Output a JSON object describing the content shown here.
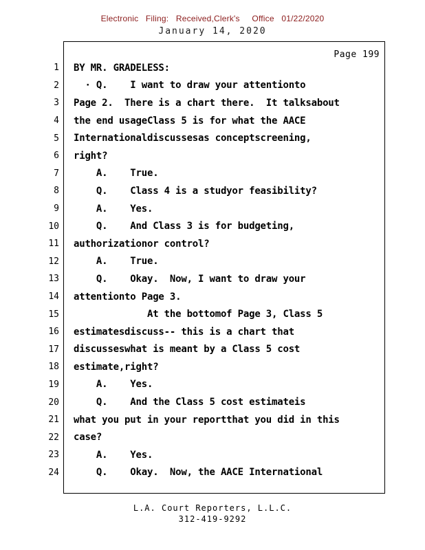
{
  "colors": {
    "filing_text": "#8b1a1a",
    "body_text": "#000000",
    "background": "#ffffff"
  },
  "header": {
    "filing_line": "Electronic   Filing:   Received,Clerk's     Office   01/22/2020",
    "date_line": "January 14, 2020"
  },
  "page": {
    "label": "Page 199"
  },
  "transcript": {
    "lines": [
      {
        "num": "1",
        "text": "BY MR. GRADELESS:"
      },
      {
        "num": "2",
        "text": "  · Q.    I want to draw your attentionto"
      },
      {
        "num": "3",
        "text": "Page 2.  There is a chart there.  It talksabout"
      },
      {
        "num": "4",
        "text": "the end usageClass 5 is for what the AACE"
      },
      {
        "num": "5",
        "text": "Internationaldiscussesas conceptscreening,"
      },
      {
        "num": "6",
        "text": "right?"
      },
      {
        "num": "7",
        "text": "    A.    True."
      },
      {
        "num": "8",
        "text": "    Q.    Class 4 is a studyor feasibility?"
      },
      {
        "num": "9",
        "text": "    A.    Yes."
      },
      {
        "num": "10",
        "text": "    Q.    And Class 3 is for budgeting,"
      },
      {
        "num": "11",
        "text": "authorizationor control?"
      },
      {
        "num": "12",
        "text": "    A.    True."
      },
      {
        "num": "13",
        "text": "    Q.    Okay.  Now, I want to draw your"
      },
      {
        "num": "14",
        "text": "attentionto Page 3."
      },
      {
        "num": "15",
        "text": "             At the bottomof Page 3, Class 5"
      },
      {
        "num": "16",
        "text": "estimatesdiscuss-- this is a chart that"
      },
      {
        "num": "17",
        "text": "discusseswhat is meant by a Class 5 cost"
      },
      {
        "num": "18",
        "text": "estimate,right?"
      },
      {
        "num": "19",
        "text": "    A.    Yes."
      },
      {
        "num": "20",
        "text": "    Q.    And the Class 5 cost estimateis"
      },
      {
        "num": "21",
        "text": "what you put in your reportthat you did in this"
      },
      {
        "num": "22",
        "text": "case?"
      },
      {
        "num": "23",
        "text": "    A.    Yes."
      },
      {
        "num": "24",
        "text": "    Q.    Okay.  Now, the AACE International"
      }
    ]
  },
  "footer": {
    "company": "L.A. Court Reporters, L.L.C.",
    "phone": "312-419-9292"
  }
}
